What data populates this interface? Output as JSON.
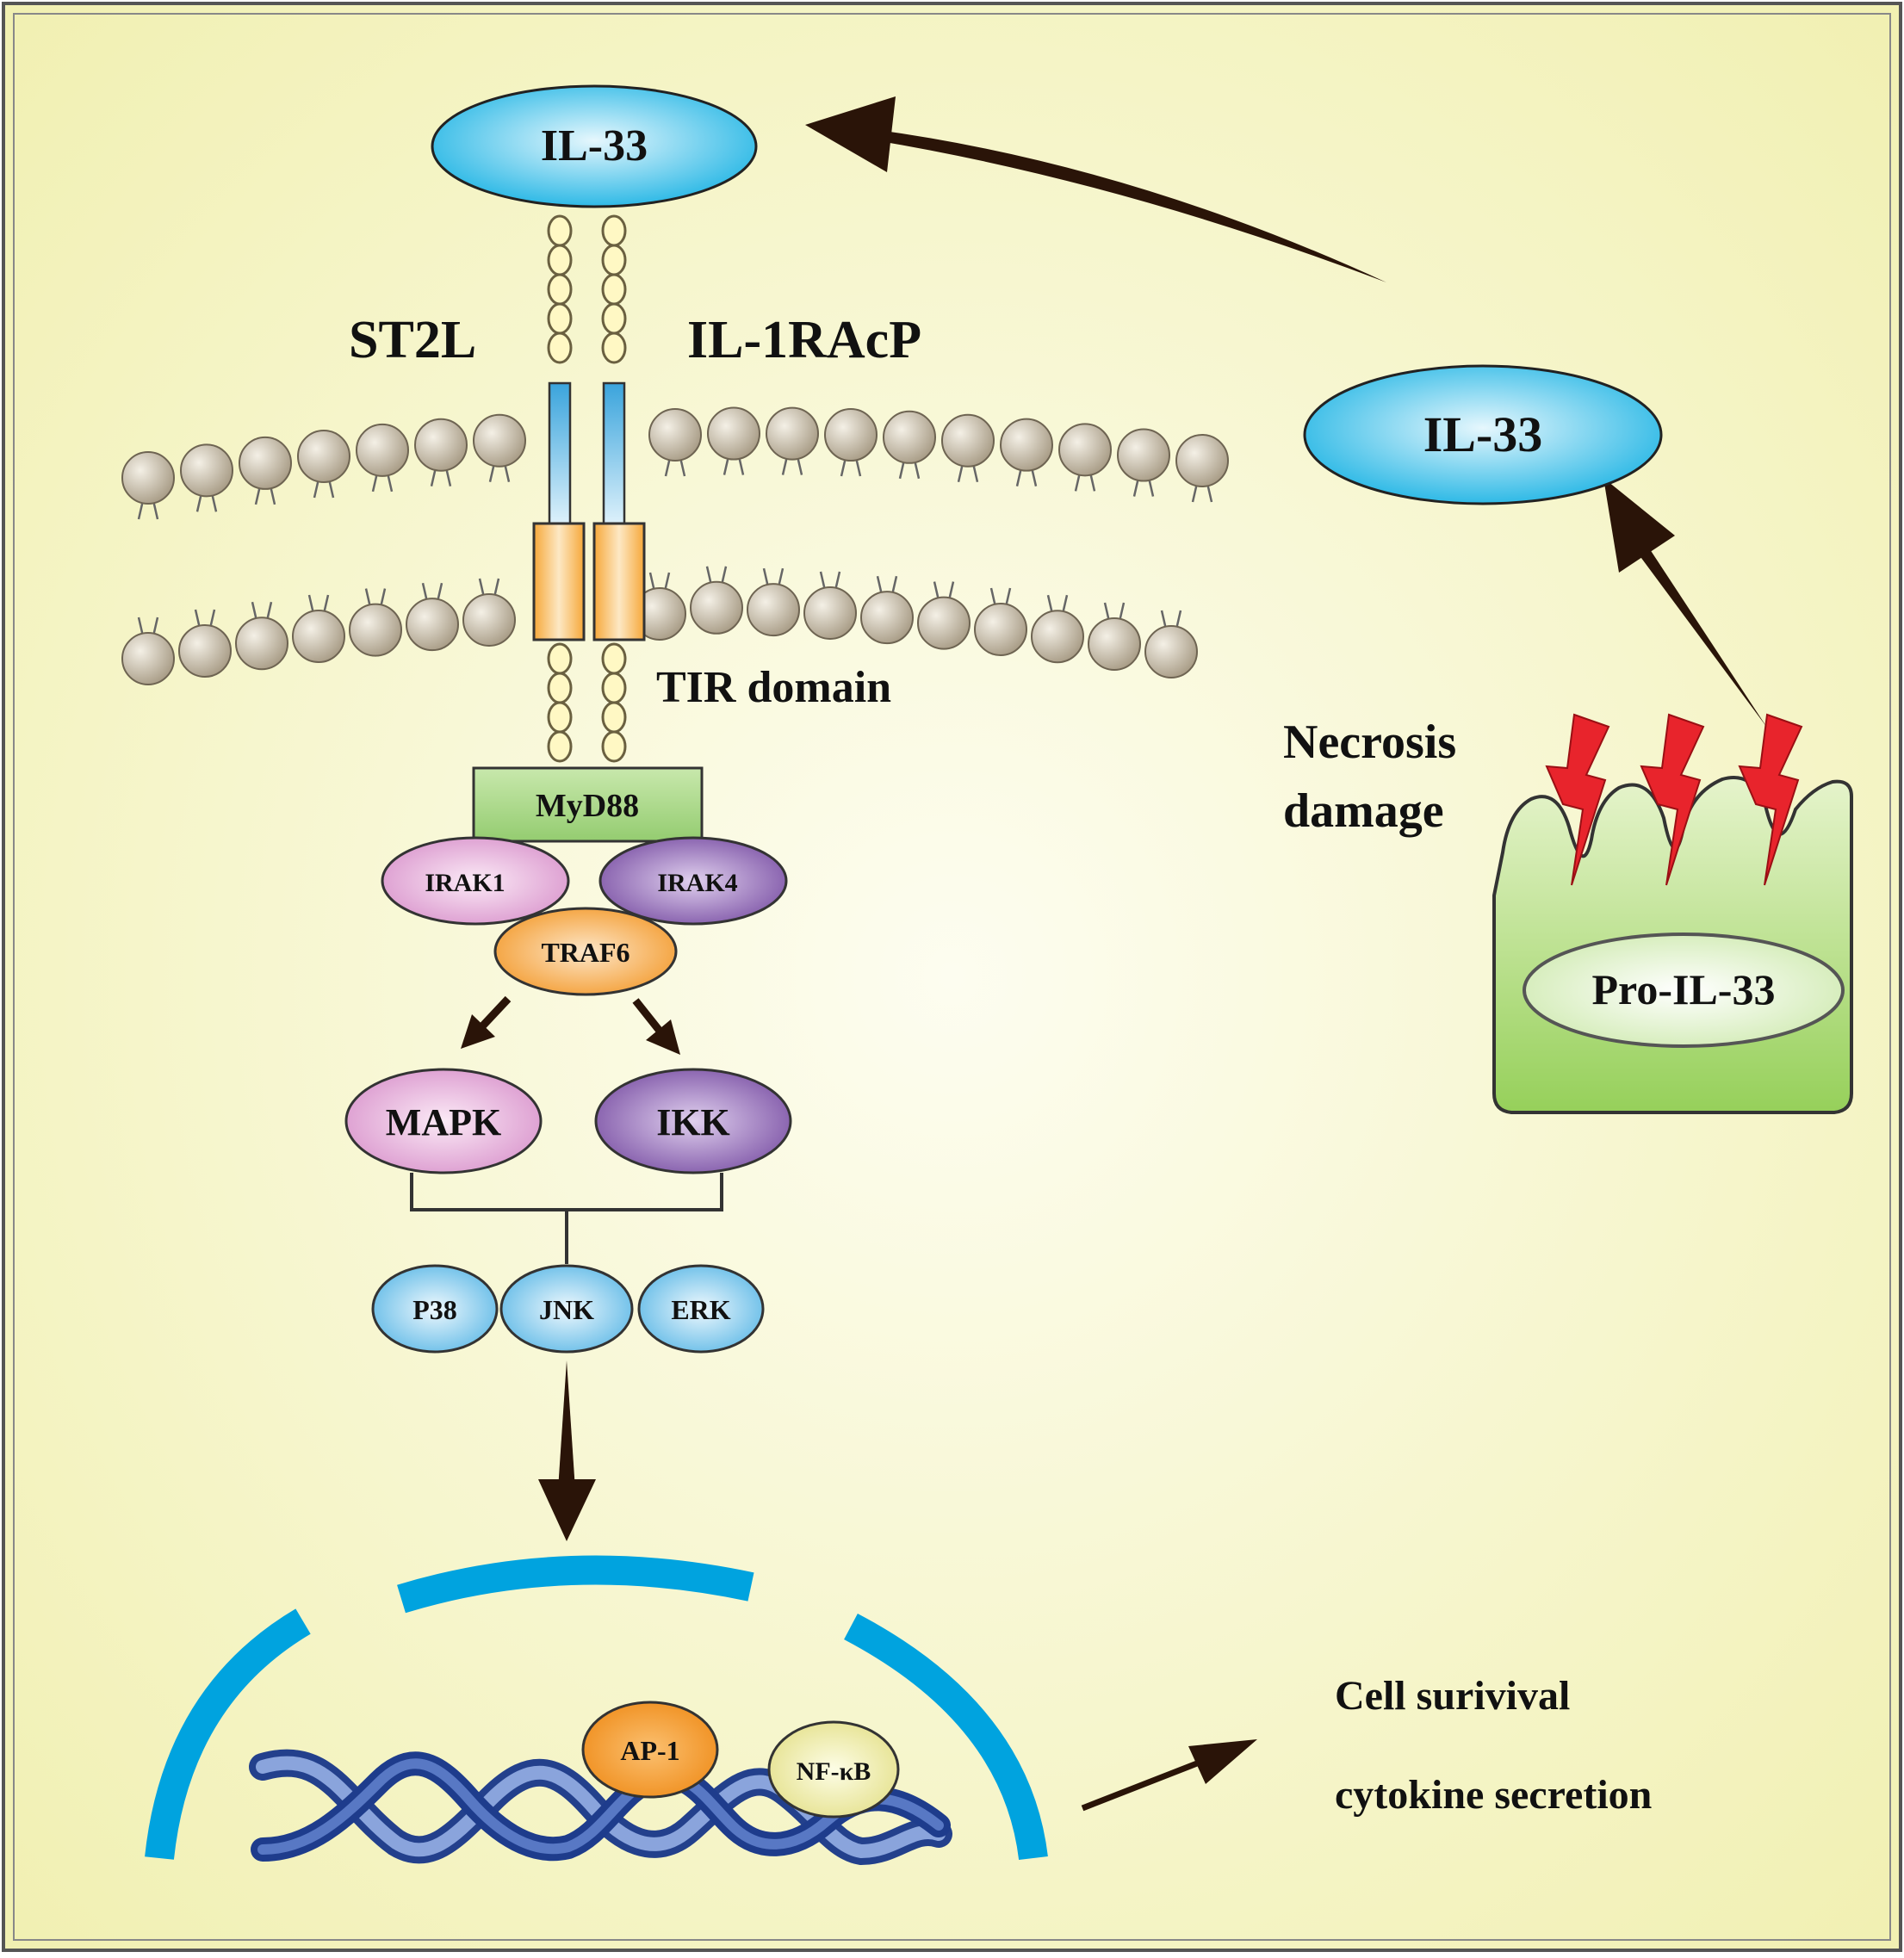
{
  "labels": {
    "il33_top": "IL-33",
    "il33_right": "IL-33",
    "st2l": "ST2L",
    "il1racp": "IL-1RAcP",
    "tir_domain": "TIR domain",
    "necrosis_line1": "Necrosis",
    "necrosis_line2": "damage",
    "pro_il33": "Pro-IL-33",
    "myd88": "MyD88",
    "irak1": "IRAK1",
    "irak4": "IRAK4",
    "traf6": "TRAF6",
    "mapk": "MAPK",
    "ikk": "IKK",
    "p38": "P38",
    "jnk": "JNK",
    "erk": "ERK",
    "ap1": "AP-1",
    "nfkb": "NF-κB",
    "outcome_line1": "Cell surivival",
    "outcome_line2": "cytokine secretion"
  },
  "colors": {
    "background_center": "#fdfdf0",
    "background_edge": "#f3f2b6",
    "il33": "#2bbbe6",
    "myd88": "#aedb8a",
    "irak1": "#e6a8dc",
    "irak4": "#8e68b0",
    "traf6": "#f5a640",
    "mapk_kinases": "#7ec8ec",
    "ap1": "#f49a2a",
    "nfkb": "#f2f0a0",
    "tir": "#f6b84a",
    "receptor": "#5ab0e0",
    "lipid": "#c2b8a4",
    "nucleus": "#00a3df",
    "cell": "#a6d96a",
    "bolt": "#e8242c",
    "dna": "#4a66b0"
  }
}
